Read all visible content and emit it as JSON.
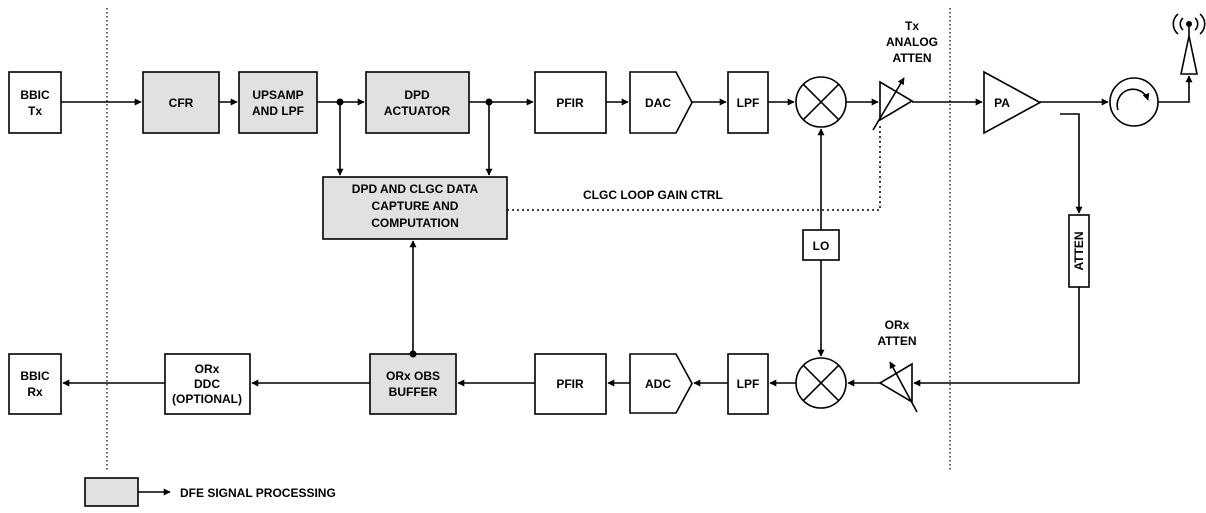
{
  "blocks": {
    "bbic_tx": [
      "BBIC",
      "Tx"
    ],
    "cfr": [
      "CFR"
    ],
    "upsamp": [
      "UPSAMP",
      "AND LPF"
    ],
    "dpd_actuator": [
      "DPD",
      "ACTUATOR"
    ],
    "pfir_tx": [
      "PFIR"
    ],
    "dac": [
      "DAC"
    ],
    "lpf_tx": [
      "LPF"
    ],
    "tx_atten_label": [
      "Tx",
      "ANALOG",
      "ATTEN"
    ],
    "pa": [
      "PA"
    ],
    "capture": [
      "DPD AND CLGC DATA",
      "CAPTURE AND",
      "COMPUTATION"
    ],
    "clgc": "CLGC LOOP GAIN CTRL",
    "lo": [
      "LO"
    ],
    "atten": "ATTEN",
    "orx_atten_label": [
      "ORx",
      "ATTEN"
    ],
    "bbic_rx": [
      "BBIC",
      "Rx"
    ],
    "orx_ddc": [
      "ORx",
      "DDC",
      "(OPTIONAL)"
    ],
    "orx_obs": [
      "ORx OBS",
      "BUFFER"
    ],
    "pfir_rx": [
      "PFIR"
    ],
    "adc": [
      "ADC"
    ],
    "lpf_rx": [
      "LPF"
    ]
  },
  "legend": {
    "label": "DFE SIGNAL PROCESSING"
  },
  "colors": {
    "dfe_fill": "#e1e1e1",
    "line": "#000000"
  },
  "icons": {
    "antenna": "antenna-icon",
    "circulator": "circulator-icon",
    "mixer": "mixer-icon"
  }
}
